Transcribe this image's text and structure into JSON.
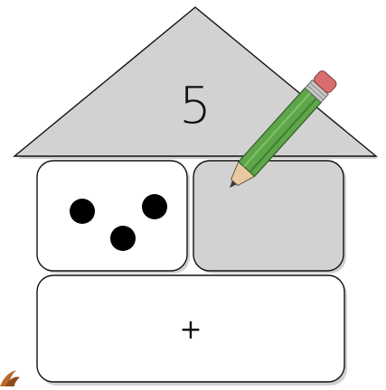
{
  "house": {
    "roof_number": "5",
    "left_count": 3,
    "right_count": 0,
    "equation_operator": "+"
  },
  "colors": {
    "roof_fill": "#d2d2d2",
    "right_box_fill": "#d2d2d2",
    "box_fill": "#ffffff",
    "dot_fill": "#000000",
    "pencil_body": "#5fa64a",
    "pencil_eraser": "#d86d6d"
  },
  "icons": {
    "pencil": "pencil-icon",
    "dot": "dot-icon",
    "corner_decoration": "leaf-corner-icon"
  }
}
